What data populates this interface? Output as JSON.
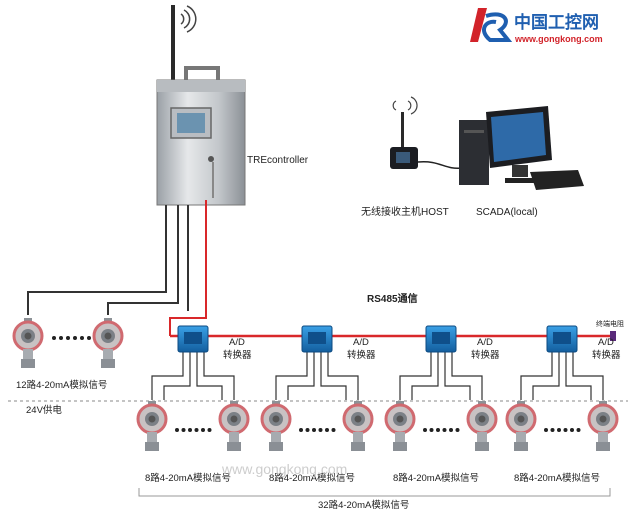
{
  "logo": {
    "brand_cn": "中国工控网",
    "url": "www.gongkong.com",
    "colors": {
      "primary": "#1f5fb0",
      "accent": "#d2232a"
    }
  },
  "labels": {
    "controller": "TREcontroller",
    "host": "无线接收主机HOST",
    "scada": "SCADA(local)",
    "rs485": "RS485通信",
    "terminal": "终端电阻",
    "power": "24V供电",
    "left_signal": "12路4-20mA模拟信号",
    "converter_top": "A/D",
    "converter_bottom": "转换器",
    "group_signal": "8路4-20mA模拟信号",
    "total_signal": "32路4-20mA模拟信号",
    "watermark": "www.gongkong.com"
  },
  "colors": {
    "rs485_line": "#d9282a",
    "converter": "#1e7fc8",
    "wire": "#333333",
    "sensor_ring": "#d06a70"
  }
}
